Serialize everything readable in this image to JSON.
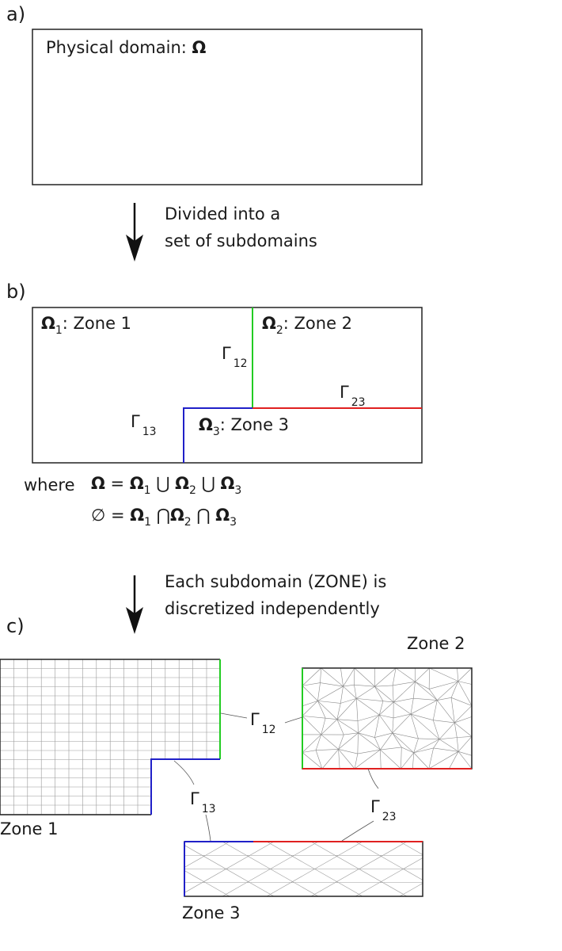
{
  "panels": {
    "a": {
      "label": "a)",
      "box_title": "Physical domain: ",
      "box_symbol": "Ω"
    },
    "arrow1": {
      "line1": "Divided into a",
      "line2": "set of subdomains"
    },
    "b": {
      "label": "b)",
      "zones": [
        {
          "symbol": "Ω",
          "index": "1",
          "name": ": Zone 1"
        },
        {
          "symbol": "Ω",
          "index": "2",
          "name": ": Zone 2"
        },
        {
          "symbol": "Ω",
          "index": "3",
          "name": ": Zone 3"
        }
      ],
      "interfaces": [
        {
          "symbol": "Γ",
          "index": "12",
          "color": "#22cc22"
        },
        {
          "symbol": "Γ",
          "index": "23",
          "color": "#e02020"
        },
        {
          "symbol": "Γ",
          "index": "13",
          "color": "#2020c8"
        }
      ],
      "equations": {
        "where": "where",
        "eq1": {
          "lhs": "Ω",
          "eq": " = ",
          "t1": "Ω",
          "i1": "1",
          "op1": " ⋃ ",
          "t2": "Ω",
          "i2": "2",
          "op2": " ⋃ ",
          "t3": "Ω",
          "i3": "3"
        },
        "eq2": {
          "lhs": "∅",
          "eq": " = ",
          "t1": "Ω",
          "i1": "1",
          "op1": " ⋂",
          "t2": "Ω",
          "i2": "2",
          "op2": " ⋂ ",
          "t3": "Ω",
          "i3": "3"
        }
      }
    },
    "arrow2": {
      "line1": "Each subdomain (ZONE) is",
      "line2": "discretized independently"
    },
    "c": {
      "label": "c)",
      "zone_labels": [
        "Zone 1",
        "Zone 2",
        "Zone 3"
      ],
      "mesh_types": [
        "structured quadrilateral",
        "unstructured triangular",
        "structured triangular"
      ],
      "interfaces": [
        {
          "symbol": "Γ",
          "index": "12"
        },
        {
          "symbol": "Γ",
          "index": "13"
        },
        {
          "symbol": "Γ",
          "index": "23"
        }
      ]
    }
  },
  "colors": {
    "gamma12": "#22cc22",
    "gamma23": "#e02020",
    "gamma13": "#2020c8",
    "outline": "#222222",
    "mesh": "#9a9a9a"
  }
}
